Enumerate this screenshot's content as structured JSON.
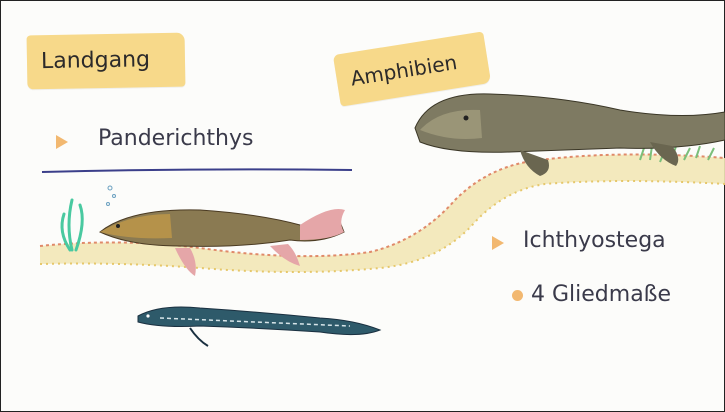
{
  "notes": {
    "landgang": "Landgang",
    "amphibien": "Amphibien"
  },
  "labels": {
    "panderichthys": "Panderichthys",
    "ichthyostega": "Ichthyostega",
    "gliedmasse": "4 Gliedmaße"
  },
  "colors": {
    "note": "#f7d98a",
    "bullet": "#f2b870",
    "underline": "#3b3f8a"
  }
}
